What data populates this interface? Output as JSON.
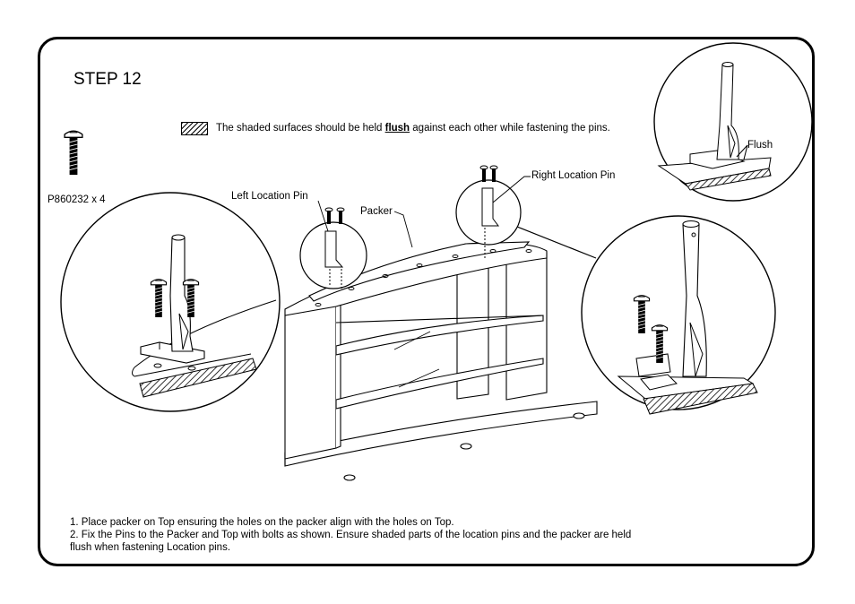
{
  "step": {
    "title": "STEP 12"
  },
  "note": {
    "before": "The shaded surfaces should be held ",
    "emphasis": "flush",
    "after": " against each other while fastening the pins."
  },
  "part": {
    "code": "P860232 x 4",
    "icon": "bolt-icon"
  },
  "labels": {
    "left_pin": "Left Location Pin",
    "packer": "Packer",
    "right_pin": "Right Location Pin",
    "flush": "Flush"
  },
  "instructions": [
    "1. Place packer on Top ensuring the holes on the packer align with the holes on Top.",
    "2. Fix the Pins to the Packer and Top with bolts as shown. Ensure shaded parts of the location pins and the packer are held flush when fastening Location pins."
  ]
}
